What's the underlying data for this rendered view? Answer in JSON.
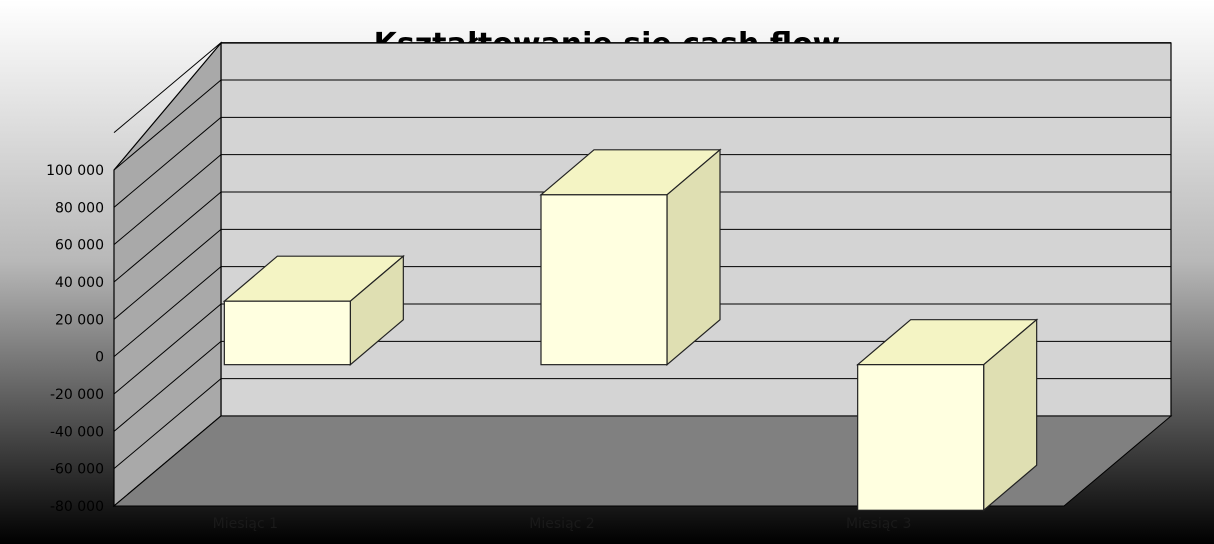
{
  "chart_data": {
    "type": "bar",
    "title": "Kształtowanie się cash flow",
    "categories": [
      "Miesiąc 1",
      "Miesiąc 2",
      "Miesiąc 3"
    ],
    "series": [
      {
        "values": [
          34000,
          91000,
          -78000
        ]
      }
    ],
    "ylim": [
      -80000,
      100000
    ],
    "yticks": [
      -80000,
      -60000,
      -40000,
      -20000,
      0,
      20000,
      40000,
      60000,
      80000,
      100000
    ],
    "ytick_labels": [
      "-80 000",
      "-60 000",
      "-40 000",
      "-20 000",
      "0",
      "20 000",
      "40 000",
      "60 000",
      "80 000",
      "100 000"
    ],
    "xlabel": "",
    "ylabel": "",
    "grid": true,
    "legend": "none",
    "colors": {
      "bar_front": "#ffffe0",
      "bar_top": "#f4f4c4",
      "bar_side": "#dfdfb2",
      "back_wall": "#d4d4d4",
      "side_wall": "#a9a9a9",
      "floor": "#808080"
    }
  }
}
